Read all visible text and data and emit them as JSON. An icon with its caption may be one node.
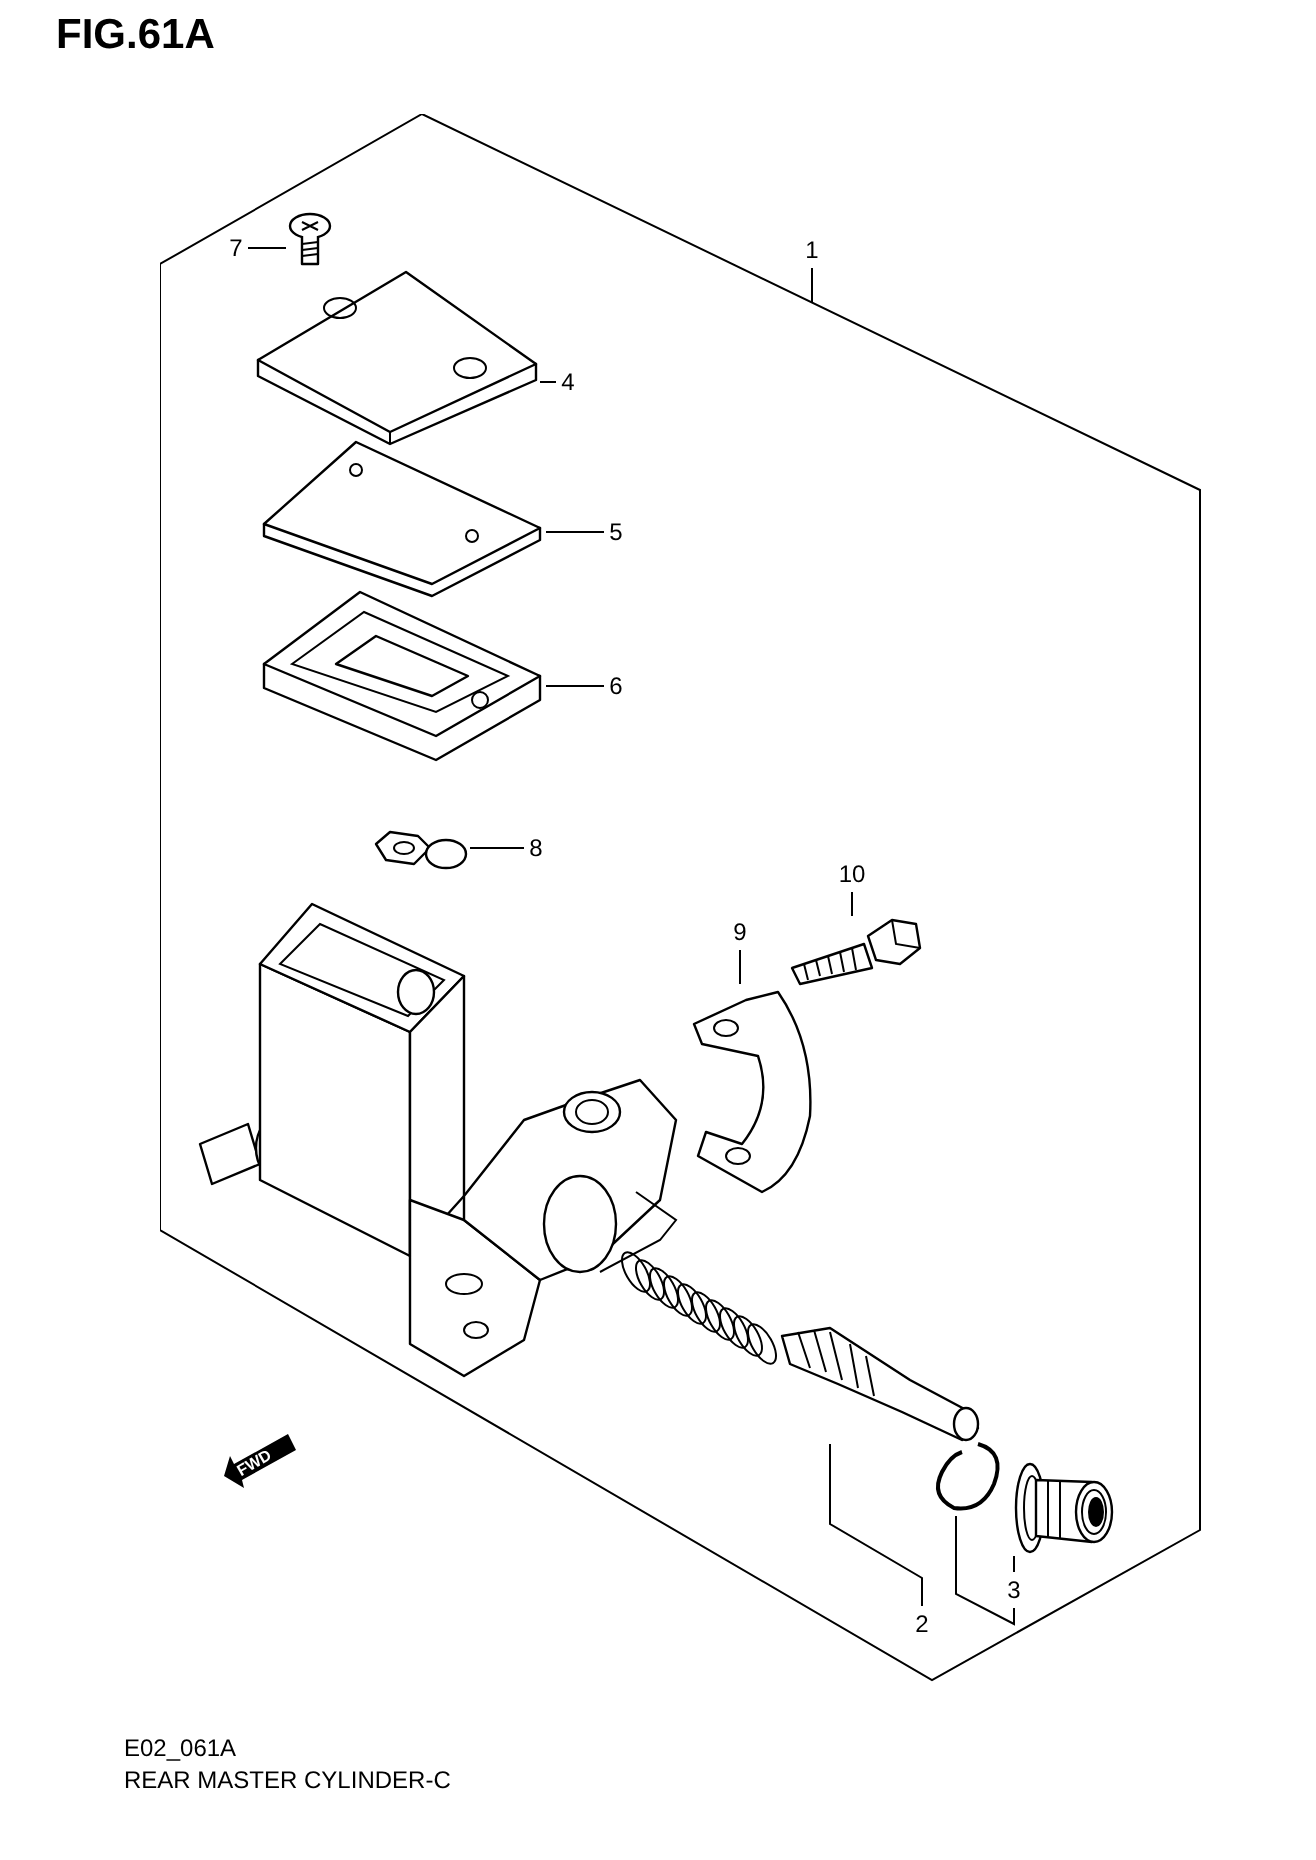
{
  "diagram": {
    "title": "FIG.61A",
    "nodes": [
      {
        "text": [
          "1"
        ]
      },
      {
        "text": [],
        "shape": "box"
      },
      {
        "text": [
          "7"
        ],
        "in": 1
      },
      {
        "text": [],
        "shape": "picture",
        "in": 1
      },
      {
        "text": [
          "4"
        ],
        "in": 1
      },
      {
        "text": [],
        "shape": "picture",
        "in": 1
      },
      {
        "text": [
          "5"
        ],
        "in": 1
      },
      {
        "text": [],
        "shape": "picture",
        "in": 1
      },
      {
        "text": [
          "6"
        ],
        "in": 1
      },
      {
        "text": [],
        "shape": "picture",
        "in": 1
      },
      {
        "text": [
          "8"
        ],
        "in": 1
      },
      {
        "text": [],
        "shape": "picture",
        "in": 1
      },
      {
        "text": [
          "10"
        ],
        "in": 1
      },
      {
        "text": [],
        "shape": "picture",
        "in": 1
      },
      {
        "text": [
          "9"
        ],
        "in": 1
      },
      {
        "text": [],
        "shape": "picture",
        "in": 1
      },
      {
        "text": [
          "2"
        ],
        "in": 1
      },
      {
        "text": [],
        "shape": "picture",
        "in": 1
      },
      {
        "text": [
          "3"
        ],
        "in": 1
      },
      {
        "text": [],
        "shape": "picture",
        "in": 1
      },
      {
        "text": [],
        "shape": "picture",
        "in": 1
      }
    ],
    "edges": [
      {
        "from": 0,
        "to": 1,
        "arrow": "none"
      },
      {
        "from": 2,
        "to": 3,
        "arrow": "none"
      },
      {
        "from": 4,
        "to": 5,
        "arrow": "none"
      },
      {
        "from": 6,
        "to": 7,
        "arrow": "none"
      },
      {
        "from": 8,
        "to": 9,
        "arrow": "none"
      },
      {
        "from": 10,
        "to": 11,
        "arrow": "none"
      },
      {
        "from": 12,
        "to": 13,
        "arrow": "none"
      },
      {
        "from": 14,
        "to": 15,
        "arrow": "none"
      },
      {
        "from": 16,
        "to": 17,
        "arrow": "none"
      },
      {
        "from": 18,
        "to": 19,
        "arrow": "none"
      },
      {
        "from": 18,
        "to": 20,
        "arrow": "none"
      }
    ],
    "labels": [
      "FWD",
      "E02_061A",
      "REAR MASTER CYLINDER-C"
    ]
  }
}
